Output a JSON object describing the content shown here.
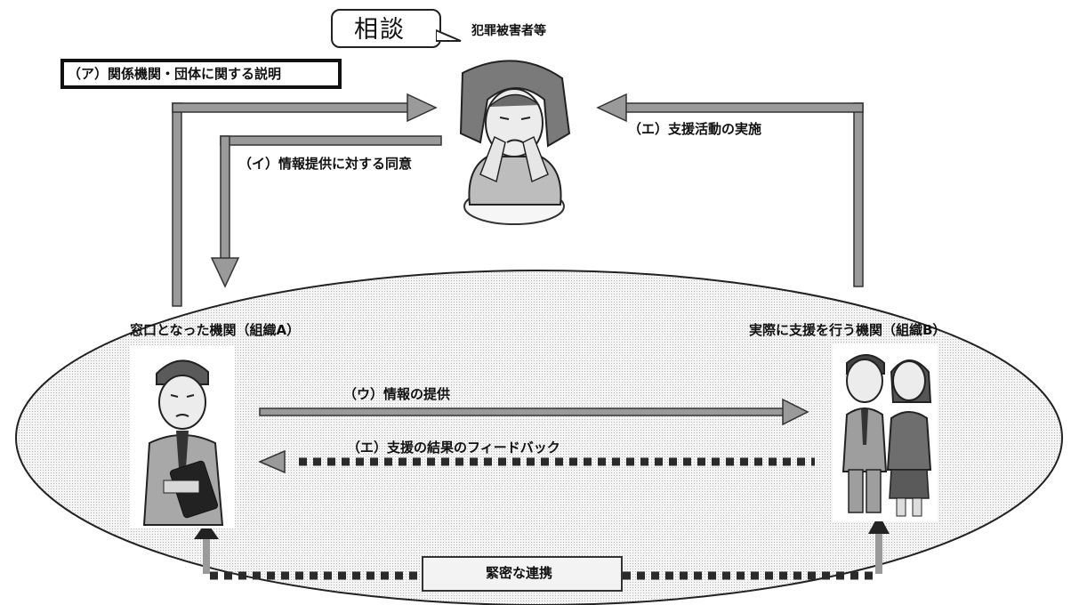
{
  "consultation_bubble": "相談",
  "victim_label": "犯罪被害者等",
  "step_a": "（ア）関係機関・団体に関する説明",
  "step_i": "（イ）情報提供に対する同意",
  "step_e_top": "（エ）支援活動の実施",
  "org_a_label": "窓口となった機関（組織A）",
  "org_b_label": "実際に支援を行う機関（組織B）",
  "step_u": "（ウ）情報の提供",
  "step_e_feedback": "（エ）支援の結果のフィードバック",
  "cooperation_label": "緊密な連携",
  "colors": {
    "arrow_fill": "#9a9a9a",
    "arrow_stroke": "#333333",
    "dots": "#2a2a2a",
    "ellipse_fill": "#e9e9e9"
  }
}
